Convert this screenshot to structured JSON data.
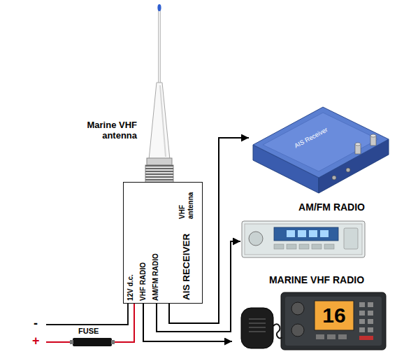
{
  "diagram": {
    "nodes": [
      {
        "text": [
          "Marine VHF antenna"
        ]
      },
      {
        "text": [
          "VHF antenna",
          "AIS RECEIVER",
          "12V d.c.",
          "VHF RADIO",
          "AM/FM RADIO"
        ]
      },
      {
        "text": [
          "AIS Receiver"
        ]
      },
      {
        "text": [
          "AM/FM RADIO"
        ]
      },
      {
        "text": [
          "MARINE VHF RADIO",
          "16"
        ]
      }
    ],
    "edges": [
      {
        "from": 0,
        "to": 1,
        "arrow": "none"
      },
      {
        "from": 1,
        "to": 2,
        "arrow": "to"
      },
      {
        "from": 1,
        "to": 3,
        "arrow": "to"
      },
      {
        "from": 1,
        "to": 4,
        "arrow": "to"
      }
    ],
    "labels": [
      "-",
      "+",
      "FUSE"
    ]
  }
}
